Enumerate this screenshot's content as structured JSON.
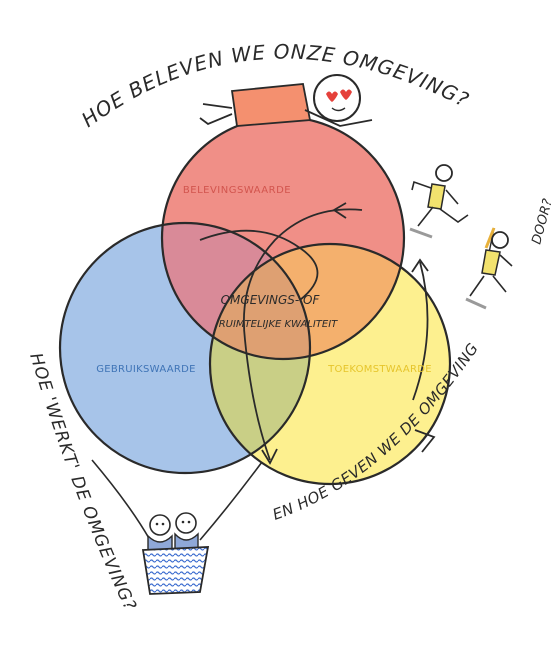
{
  "texts": {
    "top_question": "HOE BELEVEN WE ONZE OMGEVING?",
    "left_question": "HOE 'WERKT' DE OMGEVING?",
    "right_question_a": "EN HOE GEVEN WE DE OMGEVING",
    "right_question_b": "DOOR?"
  },
  "circles": {
    "top_label": "BELEVINGSWAARDE",
    "left_label": "GEBRUIKSWAARDE",
    "right_label": "TOEKOMSTWAARDE",
    "center_line1": "OMGEVINGS- OF",
    "center_line2": "RUIMTELIJKE KWALITEIT"
  },
  "colors": {
    "red": "#f08f87",
    "blue": "#a7c4e9",
    "yellow": "#fdf08f",
    "orange": "#f4b06d",
    "green": "#c9cf86",
    "ink": "#2a2a2a",
    "top_label_color": "#d2554e",
    "left_label_color": "#3f74b6",
    "right_label_color": "#e6c52c"
  },
  "icons": {
    "balloon": "hot-air-balloon-basket-with-two-people",
    "lying_figure": "stick-figure-lying-on-top-with-heart-eyes",
    "walking_figures": "two-stick-figures-walking-with-flags"
  }
}
